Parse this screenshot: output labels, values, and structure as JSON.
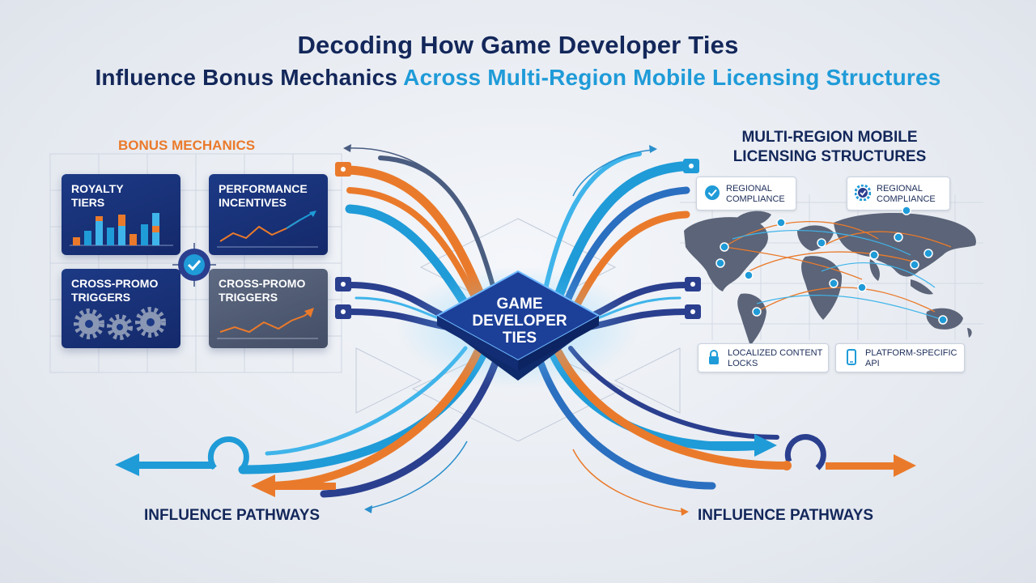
{
  "title": {
    "line1": "Decoding How Game Developer Ties",
    "line2_prefix": "Influence Bonus Mechanics",
    "line2_accent": "Across Multi-Region Mobile Licensing Structures"
  },
  "bonus_mechanics": {
    "heading": "BONUS MECHANICS",
    "cards": [
      {
        "label": "ROYALTY TIERS"
      },
      {
        "label": "PERFORMANCE INCENTIVES"
      },
      {
        "label": "CROSS-PROMO TRIGGERS"
      },
      {
        "label": "CROSS-PROMO TRIGGERS"
      }
    ]
  },
  "hub": {
    "label": "GAME DEVELOPER TIES"
  },
  "licensing": {
    "heading": "MULTI-REGION MOBILE LICENSING STRUCTURES",
    "tags": [
      {
        "label": "REGIONAL COMPLIANCE",
        "icon": "check-circle-icon"
      },
      {
        "label": "REGIONAL COMPLIANCE",
        "icon": "gear-check-icon"
      },
      {
        "label": "LOCALIZED CONTENT LOCKS",
        "icon": "lock-icon"
      },
      {
        "label": "PLATFORM-SPECIFIC API",
        "icon": "phone-icon"
      }
    ]
  },
  "pathways": {
    "left": "INFLUENCE PATHWAYS",
    "right": "INFLUENCE PATHWAYS"
  },
  "colors": {
    "navy": "#13275a",
    "blue": "#1f9bd8",
    "orange": "#ea7a2b",
    "dark_blue": "#2b3f8f"
  }
}
